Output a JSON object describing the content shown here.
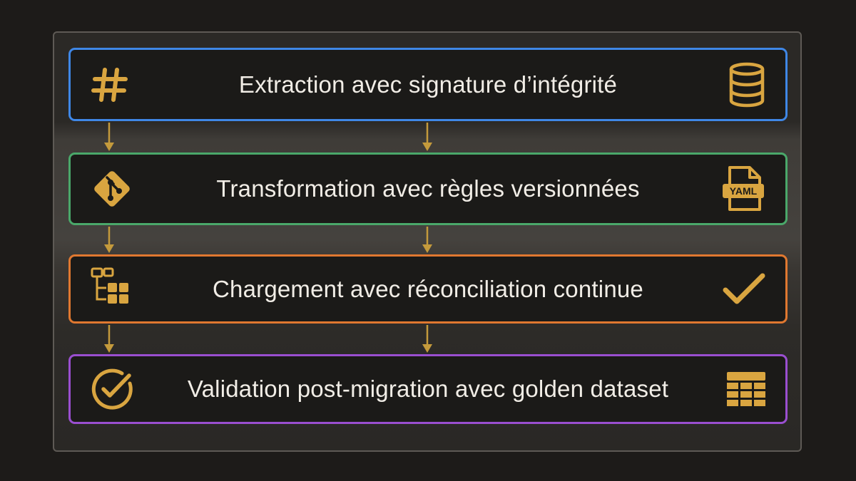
{
  "steps": [
    {
      "label": "Extraction avec signature d’intégrité",
      "left_icon": "hash-icon",
      "right_icon": "database-icon",
      "border_color": "#3f87e6"
    },
    {
      "label": "Transformation avec règles versionnées",
      "left_icon": "git-icon",
      "right_icon": "yaml-file-icon",
      "border_color": "#4aa86a"
    },
    {
      "label": "Chargement avec réconciliation continue",
      "left_icon": "workflow-icon",
      "right_icon": "checkmark-icon",
      "border_color": "#e07830"
    },
    {
      "label": "Validation post-migration avec golden dataset",
      "left_icon": "check-circle-icon",
      "right_icon": "table-icon",
      "border_color": "#9a4fd0"
    }
  ],
  "yaml_badge": "YAML",
  "colors": {
    "icon": "#d9a540",
    "arrow": "#c49a3c",
    "background": "#1d1b19",
    "card": "#1b1a18",
    "text": "#f1ede6"
  }
}
